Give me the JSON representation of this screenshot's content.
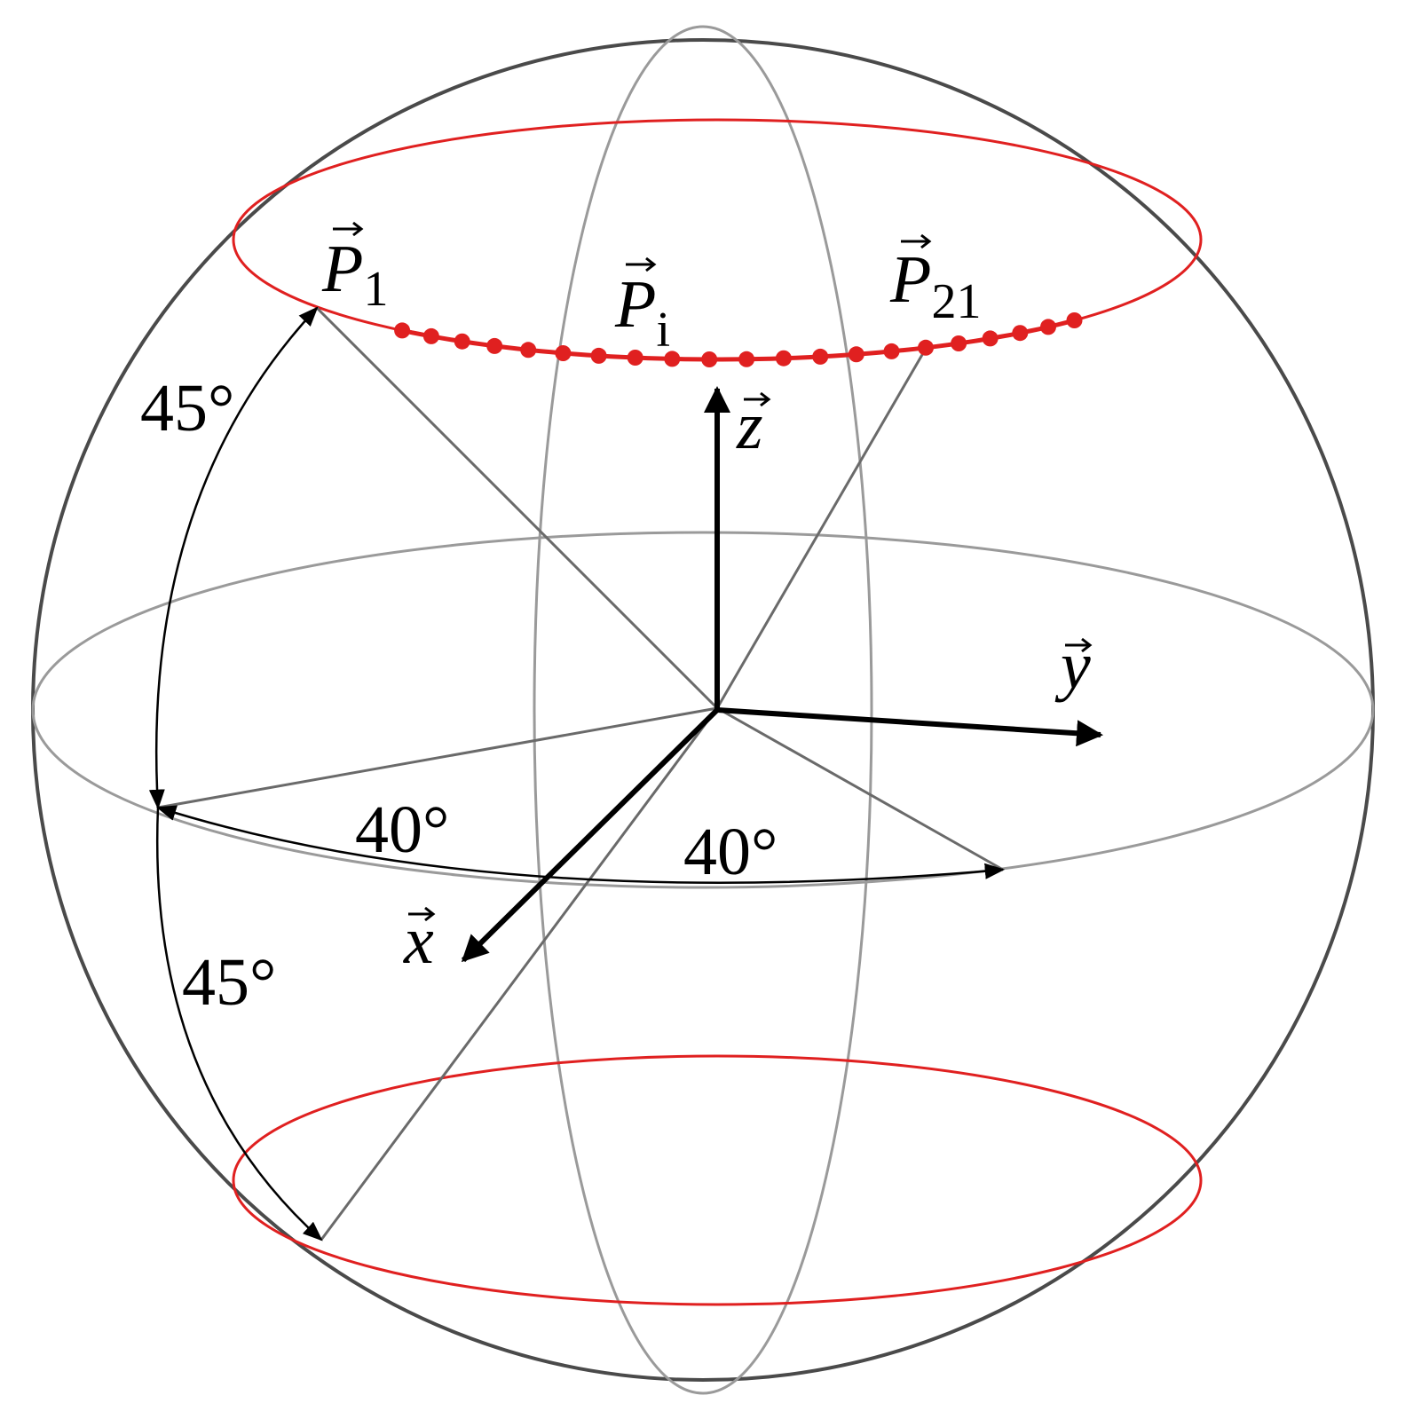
{
  "colors": {
    "sphere": "#4a4a4a",
    "grid": "#9a9a9a",
    "ring": "#e02020",
    "axis": "#000000",
    "line": "#6a6a6a"
  },
  "labels": {
    "p1": {
      "base": "P",
      "sub": "1"
    },
    "pi": {
      "base": "P",
      "sub": "i"
    },
    "p21": {
      "base": "P",
      "sub": "21"
    },
    "z": "z",
    "y": "y",
    "x": "x",
    "angle_top_left": "45°",
    "angle_bottom_left": "45°",
    "angle_equator_left": "40°",
    "angle_equator_right": "40°"
  },
  "points": {
    "count": 21
  }
}
